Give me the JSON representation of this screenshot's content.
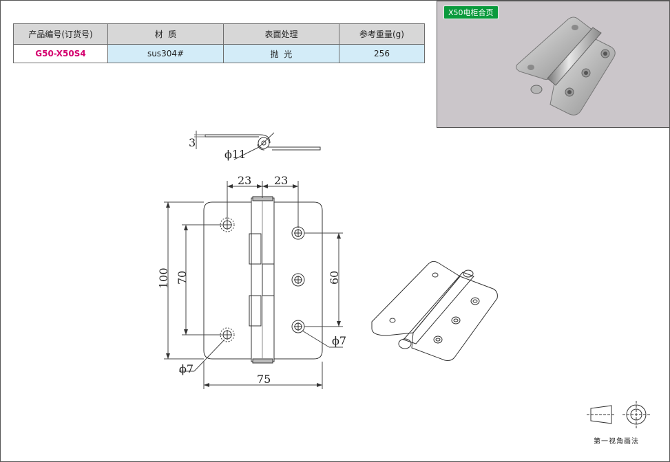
{
  "spec_table": {
    "headers": [
      "产品编号(订货号)",
      "材  质",
      "表面处理",
      "参考重量(g)"
    ],
    "rows": [
      {
        "code": "G50-X50S4",
        "material": "sus304#",
        "finish": "抛  光",
        "weight": "256"
      }
    ]
  },
  "photo": {
    "tag": "X50电柜合页"
  },
  "dimensions": {
    "plate_thickness": "3",
    "pin_diameter": "ϕ11",
    "left_offset": "23",
    "right_offset": "23",
    "height": "100",
    "left_hole_spacing": "70",
    "right_hole_spacing": "60",
    "width": "75",
    "hole_dia_right": "ϕ7",
    "hole_dia_left": "ϕ7"
  },
  "projection_label": "第一视角画法",
  "colors": {
    "code_text": "#d4006e",
    "header_bg": "#d7d7d7",
    "row_bg": "#d3ecf8",
    "tag_bg": "#0a9a3c"
  }
}
